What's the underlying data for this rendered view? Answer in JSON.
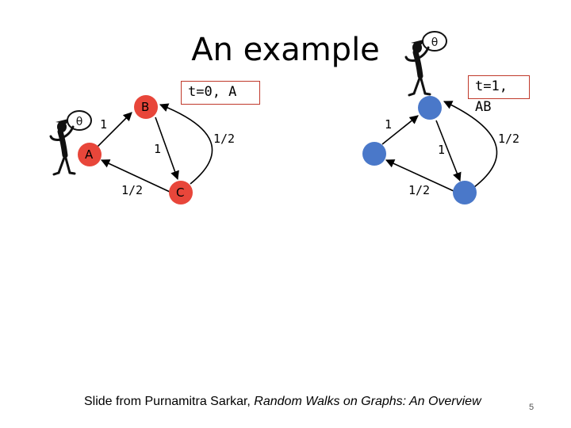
{
  "slide": {
    "title": "An example",
    "footer_prefix": "Slide from Purnamitra Sarkar, ",
    "footer_italic": "Random Walks on Graphs: An Overview",
    "slide_number": "5"
  },
  "left_graph": {
    "time_label": "t=0,  A",
    "node_labels": {
      "a": "A",
      "b": "B",
      "c": "C"
    },
    "edge_labels": {
      "a_to_b": "1",
      "b_to_c": "1",
      "c_to_b": "1/2",
      "c_to_a": "1/2"
    },
    "node_color": "#e8463a"
  },
  "right_graph": {
    "time_label": "t=1,  AB",
    "edge_labels": {
      "a_to_b": "1",
      "b_to_c": "1",
      "c_to_b": "1/2",
      "c_to_a": "1/2"
    },
    "node_color": "#4a78c9"
  },
  "colors": {
    "box_border": "#c0392b",
    "figure": "#111111"
  },
  "icons": [
    "walker-figure-icon"
  ]
}
